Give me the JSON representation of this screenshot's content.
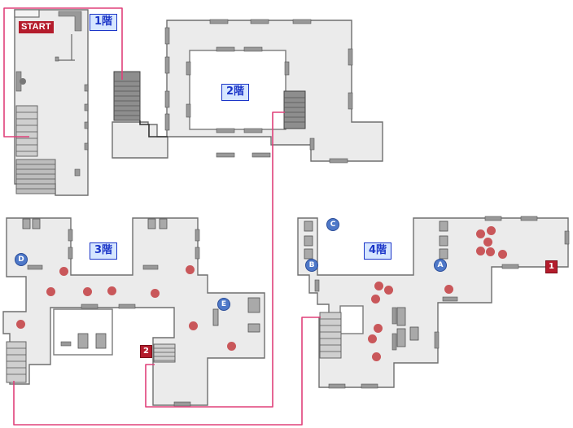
{
  "map": {
    "colors": {
      "route": "#e0407a",
      "enemy_dot": "#c9575a",
      "numbered_marker": "#b41c2c",
      "lettered_marker": "#4e78c8",
      "floor_label_border": "#1b35c8",
      "floor_label_fill": "#d6e6ff",
      "wall": "#6f6f6f",
      "floor": "#ebebeb"
    },
    "start": {
      "label": "START"
    },
    "floors": [
      {
        "id": "f1",
        "label": "1階"
      },
      {
        "id": "f2",
        "label": "2階"
      },
      {
        "id": "f3",
        "label": "3階"
      },
      {
        "id": "f4",
        "label": "4階"
      }
    ],
    "letter_markers": [
      {
        "id": "A",
        "label": "A",
        "floor": "4階"
      },
      {
        "id": "B",
        "label": "B",
        "floor": "4階"
      },
      {
        "id": "C",
        "label": "C",
        "floor": "4階"
      },
      {
        "id": "D",
        "label": "D",
        "floor": "3階"
      },
      {
        "id": "E",
        "label": "E",
        "floor": "3階"
      }
    ],
    "number_markers": [
      {
        "id": "1",
        "label": "1",
        "floor": "4階"
      },
      {
        "id": "2",
        "label": "2",
        "floor": "3階"
      }
    ],
    "enemies": {
      "floor3": [
        1,
        2,
        3,
        4,
        5,
        6,
        7,
        8,
        9
      ],
      "floor4": [
        1,
        2,
        3,
        4,
        5,
        6,
        7,
        8,
        9,
        10,
        11,
        12,
        13
      ]
    }
  }
}
